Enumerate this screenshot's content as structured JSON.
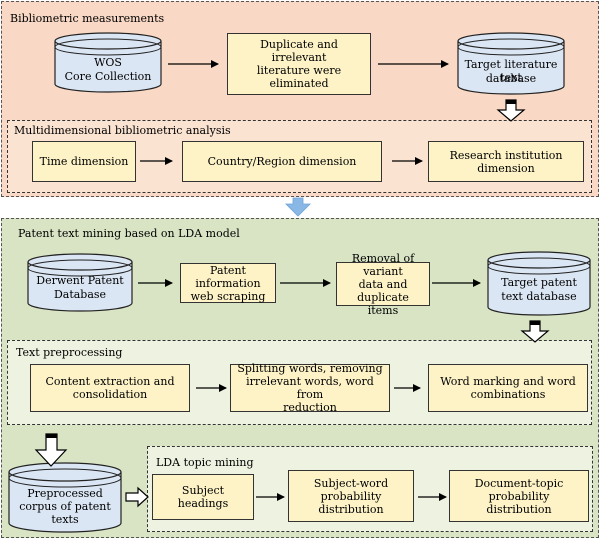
{
  "top_section": {
    "title": "Bibliometric measurements",
    "wos_line1": "WOS",
    "wos_line2": "Core Collection",
    "duplicate_line1": "Duplicate and irrelevant",
    "duplicate_line2": "literature were eliminated",
    "target_lit_line1": "Target literature text",
    "target_lit_line2": "database"
  },
  "multidim": {
    "title": "Multidimensional bibliometric analysis",
    "time": "Time dimension",
    "country": "Country/Region dimension",
    "institution": "Research institution dimension"
  },
  "bottom_section": {
    "title": "Patent text mining based on LDA model",
    "derwent_line1": "Derwent Patent",
    "derwent_line2": "Database",
    "scraping_line1": "Patent information",
    "scraping_line2": "web scraping",
    "removal_line1": "Removal of variant",
    "removal_line2": "data and duplicate",
    "removal_line3": "items",
    "target_patent_line1": "Target patent",
    "target_patent_line2": "text database"
  },
  "preprocessing": {
    "title": "Text preprocessing",
    "content_line1": "Content extraction and",
    "content_line2": "consolidation",
    "splitting_line1": "Splitting words, removing",
    "splitting_line2": "irrelevant words, word from",
    "splitting_line3": "reduction",
    "marking_line1": "Word marking and word",
    "marking_line2": "combinations"
  },
  "corpus": {
    "line1": "Preprocessed",
    "line2": "corpus of patent",
    "line3": "texts"
  },
  "lda": {
    "title": "LDA topic mining",
    "subject": "Subject headings",
    "sw_line1": "Subject-word probability",
    "sw_line2": "distribution",
    "dt_line1": "Document-topic probability",
    "dt_line2": "distribution"
  },
  "colors": {
    "top_bg": "#f9d9c5",
    "bottom_bg": "#d9e4c4",
    "box_fill": "#fdf3c7",
    "db_fill": "#dbe6f4",
    "connector_arrow": "#8ab8e6"
  }
}
